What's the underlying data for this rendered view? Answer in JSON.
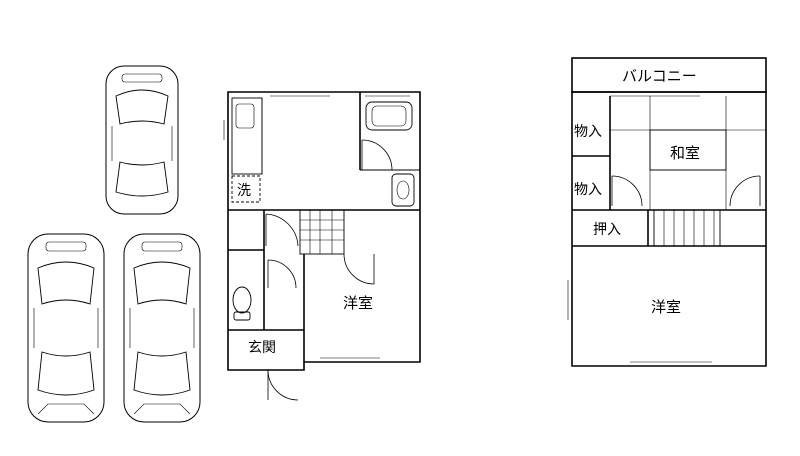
{
  "floor1": {
    "rooms": {
      "western_room": "洋室",
      "entrance": "玄関",
      "washroom": "洗"
    }
  },
  "floor2": {
    "rooms": {
      "balcony": "バルコニー",
      "storage_top": "物入",
      "storage_mid": "物入",
      "closet": "押入",
      "japanese_room": "和室",
      "western_room": "洋室"
    }
  }
}
